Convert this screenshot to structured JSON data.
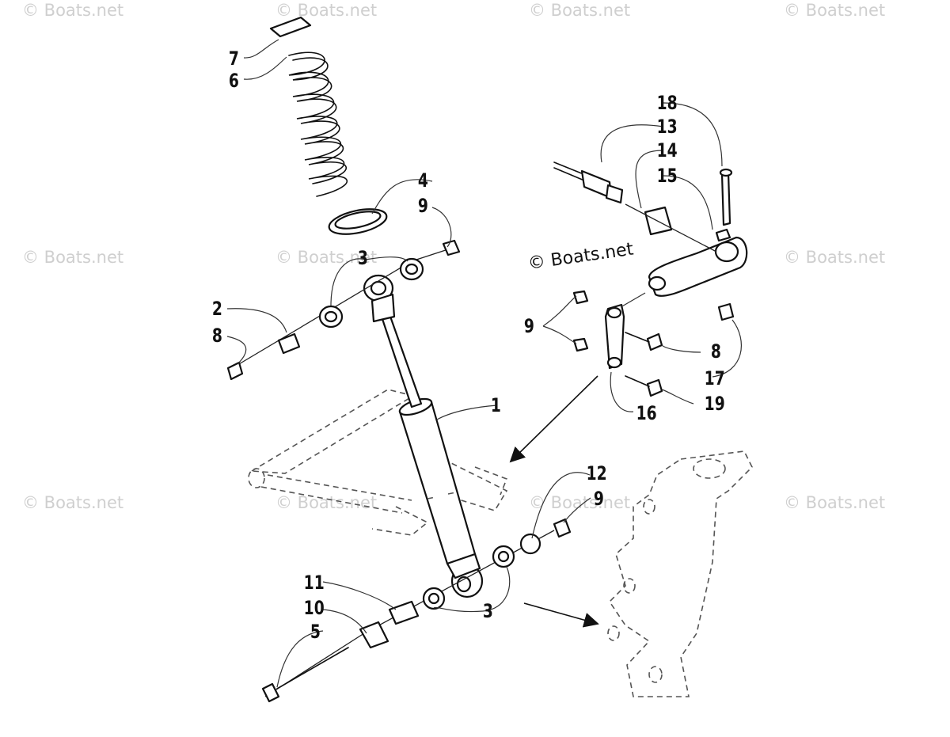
{
  "diagram": {
    "watermark_text": "© Boats.net",
    "callouts": [
      "1",
      "2",
      "3",
      "3",
      "4",
      "5",
      "6",
      "7",
      "8",
      "8",
      "9",
      "9",
      "9",
      "10",
      "11",
      "12",
      "13",
      "14",
      "15",
      "16",
      "17",
      "18",
      "19"
    ]
  }
}
